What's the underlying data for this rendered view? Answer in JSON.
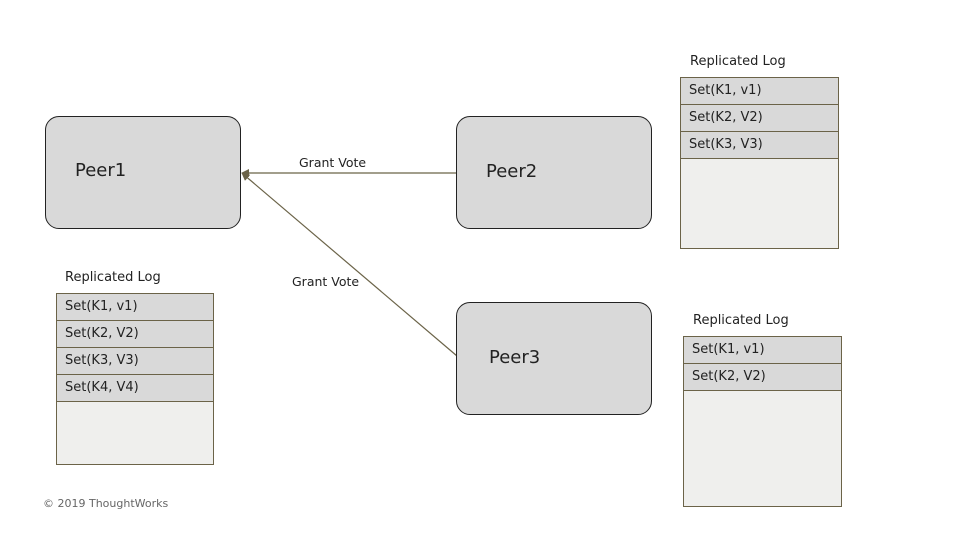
{
  "peers": [
    {
      "name": "Peer1"
    },
    {
      "name": "Peer2"
    },
    {
      "name": "Peer3"
    }
  ],
  "edges": [
    {
      "from": "Peer2",
      "to": "Peer1",
      "label": "Grant Vote"
    },
    {
      "from": "Peer3",
      "to": "Peer1",
      "label": "Grant Vote"
    }
  ],
  "logs": {
    "peer1": {
      "title": "Replicated Log",
      "entries": [
        "Set(K1, v1)",
        "Set(K2, V2)",
        "Set(K3, V3)",
        "Set(K4, V4)"
      ]
    },
    "peer2": {
      "title": "Replicated Log",
      "entries": [
        "Set(K1, v1)",
        "Set(K2, V2)",
        "Set(K3, V3)"
      ]
    },
    "peer3": {
      "title": "Replicated Log",
      "entries": [
        "Set(K1, v1)",
        "Set(K2, V2)"
      ]
    }
  },
  "colors": {
    "node_fill": "#d9d9d9",
    "edge": "#6b6348",
    "log_border": "#6b6348"
  },
  "footer": "© 2019 ThoughtWorks"
}
